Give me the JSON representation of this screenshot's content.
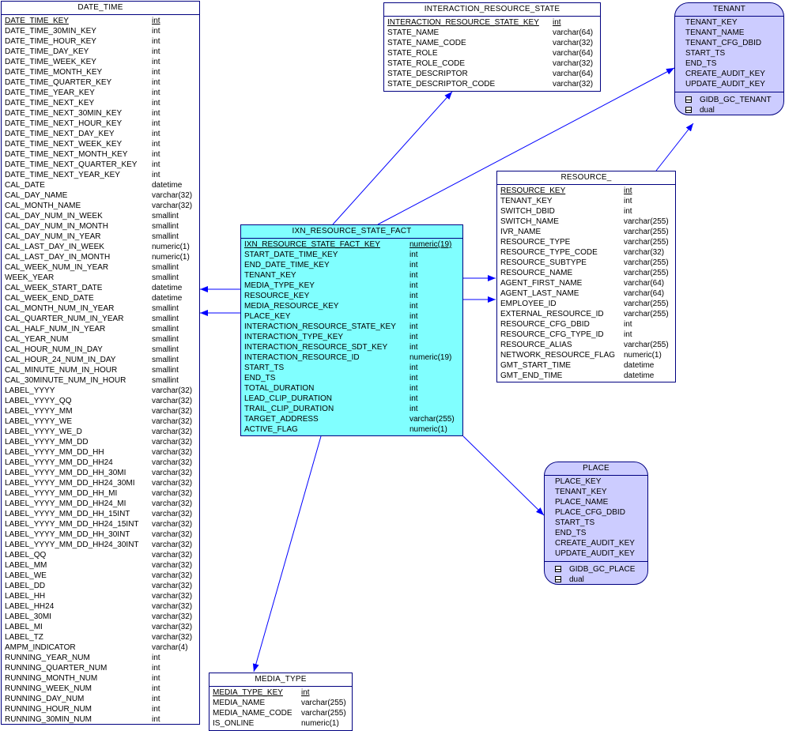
{
  "tables": {
    "date_time": {
      "title": "DATE_TIME",
      "cols": [
        {
          "n": "DATE_TIME_KEY",
          "t": "int",
          "pk": true
        },
        {
          "n": "DATE_TIME_30MIN_KEY",
          "t": "int"
        },
        {
          "n": "DATE_TIME_HOUR_KEY",
          "t": "int"
        },
        {
          "n": "DATE_TIME_DAY_KEY",
          "t": "int"
        },
        {
          "n": "DATE_TIME_WEEK_KEY",
          "t": "int"
        },
        {
          "n": "DATE_TIME_MONTH_KEY",
          "t": "int"
        },
        {
          "n": "DATE_TIME_QUARTER_KEY",
          "t": "int"
        },
        {
          "n": "DATE_TIME_YEAR_KEY",
          "t": "int"
        },
        {
          "n": "DATE_TIME_NEXT_KEY",
          "t": "int"
        },
        {
          "n": "DATE_TIME_NEXT_30MIN_KEY",
          "t": "int"
        },
        {
          "n": "DATE_TIME_NEXT_HOUR_KEY",
          "t": "int"
        },
        {
          "n": "DATE_TIME_NEXT_DAY_KEY",
          "t": "int"
        },
        {
          "n": "DATE_TIME_NEXT_WEEK_KEY",
          "t": "int"
        },
        {
          "n": "DATE_TIME_NEXT_MONTH_KEY",
          "t": "int"
        },
        {
          "n": "DATE_TIME_NEXT_QUARTER_KEY",
          "t": "int"
        },
        {
          "n": "DATE_TIME_NEXT_YEAR_KEY",
          "t": "int"
        },
        {
          "n": "CAL_DATE",
          "t": "datetime"
        },
        {
          "n": "CAL_DAY_NAME",
          "t": "varchar(32)"
        },
        {
          "n": "CAL_MONTH_NAME",
          "t": "varchar(32)"
        },
        {
          "n": "CAL_DAY_NUM_IN_WEEK",
          "t": "smallint"
        },
        {
          "n": "CAL_DAY_NUM_IN_MONTH",
          "t": "smallint"
        },
        {
          "n": "CAL_DAY_NUM_IN_YEAR",
          "t": "smallint"
        },
        {
          "n": "CAL_LAST_DAY_IN_WEEK",
          "t": "numeric(1)"
        },
        {
          "n": "CAL_LAST_DAY_IN_MONTH",
          "t": "numeric(1)"
        },
        {
          "n": "CAL_WEEK_NUM_IN_YEAR",
          "t": "smallint"
        },
        {
          "n": "WEEK_YEAR",
          "t": "smallint"
        },
        {
          "n": "CAL_WEEK_START_DATE",
          "t": "datetime"
        },
        {
          "n": "CAL_WEEK_END_DATE",
          "t": "datetime"
        },
        {
          "n": "CAL_MONTH_NUM_IN_YEAR",
          "t": "smallint"
        },
        {
          "n": "CAL_QUARTER_NUM_IN_YEAR",
          "t": "smallint"
        },
        {
          "n": "CAL_HALF_NUM_IN_YEAR",
          "t": "smallint"
        },
        {
          "n": "CAL_YEAR_NUM",
          "t": "smallint"
        },
        {
          "n": "CAL_HOUR_NUM_IN_DAY",
          "t": "smallint"
        },
        {
          "n": "CAL_HOUR_24_NUM_IN_DAY",
          "t": "smallint"
        },
        {
          "n": "CAL_MINUTE_NUM_IN_HOUR",
          "t": "smallint"
        },
        {
          "n": "CAL_30MINUTE_NUM_IN_HOUR",
          "t": "smallint"
        },
        {
          "n": "LABEL_YYYY",
          "t": "varchar(32)"
        },
        {
          "n": "LABEL_YYYY_QQ",
          "t": "varchar(32)"
        },
        {
          "n": "LABEL_YYYY_MM",
          "t": "varchar(32)"
        },
        {
          "n": "LABEL_YYYY_WE",
          "t": "varchar(32)"
        },
        {
          "n": "LABEL_YYYY_WE_D",
          "t": "varchar(32)"
        },
        {
          "n": "LABEL_YYYY_MM_DD",
          "t": "varchar(32)"
        },
        {
          "n": "LABEL_YYYY_MM_DD_HH",
          "t": "varchar(32)"
        },
        {
          "n": "LABEL_YYYY_MM_DD_HH24",
          "t": "varchar(32)"
        },
        {
          "n": "LABEL_YYYY_MM_DD_HH_30MI",
          "t": "varchar(32)"
        },
        {
          "n": "LABEL_YYYY_MM_DD_HH24_30MI",
          "t": "varchar(32)"
        },
        {
          "n": "LABEL_YYYY_MM_DD_HH_MI",
          "t": "varchar(32)"
        },
        {
          "n": "LABEL_YYYY_MM_DD_HH24_MI",
          "t": "varchar(32)"
        },
        {
          "n": "LABEL_YYYY_MM_DD_HH_15INT",
          "t": "varchar(32)"
        },
        {
          "n": "LABEL_YYYY_MM_DD_HH24_15INT",
          "t": "varchar(32)"
        },
        {
          "n": "LABEL_YYYY_MM_DD_HH_30INT",
          "t": "varchar(32)"
        },
        {
          "n": "LABEL_YYYY_MM_DD_HH24_30INT",
          "t": "varchar(32)"
        },
        {
          "n": "LABEL_QQ",
          "t": "varchar(32)"
        },
        {
          "n": "LABEL_MM",
          "t": "varchar(32)"
        },
        {
          "n": "LABEL_WE",
          "t": "varchar(32)"
        },
        {
          "n": "LABEL_DD",
          "t": "varchar(32)"
        },
        {
          "n": "LABEL_HH",
          "t": "varchar(32)"
        },
        {
          "n": "LABEL_HH24",
          "t": "varchar(32)"
        },
        {
          "n": "LABEL_30MI",
          "t": "varchar(32)"
        },
        {
          "n": "LABEL_MI",
          "t": "varchar(32)"
        },
        {
          "n": "LABEL_TZ",
          "t": "varchar(32)"
        },
        {
          "n": "AMPM_INDICATOR",
          "t": "varchar(4)"
        },
        {
          "n": "RUNNING_YEAR_NUM",
          "t": "int"
        },
        {
          "n": "RUNNING_QUARTER_NUM",
          "t": "int"
        },
        {
          "n": "RUNNING_MONTH_NUM",
          "t": "int"
        },
        {
          "n": "RUNNING_WEEK_NUM",
          "t": "int"
        },
        {
          "n": "RUNNING_DAY_NUM",
          "t": "int"
        },
        {
          "n": "RUNNING_HOUR_NUM",
          "t": "int"
        },
        {
          "n": "RUNNING_30MIN_NUM",
          "t": "int"
        }
      ]
    },
    "interaction_resource_state": {
      "title": "INTERACTION_RESOURCE_STATE",
      "cols": [
        {
          "n": "INTERACTION_RESOURCE_STATE_KEY",
          "t": "int",
          "pk": true
        },
        {
          "n": "STATE_NAME",
          "t": "varchar(64)"
        },
        {
          "n": "STATE_NAME_CODE",
          "t": "varchar(32)"
        },
        {
          "n": "STATE_ROLE",
          "t": "varchar(64)"
        },
        {
          "n": "STATE_ROLE_CODE",
          "t": "varchar(32)"
        },
        {
          "n": "STATE_DESCRIPTOR",
          "t": "varchar(64)"
        },
        {
          "n": "STATE_DESCRIPTOR_CODE",
          "t": "varchar(32)"
        }
      ]
    },
    "tenant": {
      "title": "TENANT",
      "cols": [
        {
          "n": "TENANT_KEY"
        },
        {
          "n": "TENANT_NAME"
        },
        {
          "n": "TENANT_CFG_DBID"
        },
        {
          "n": "START_TS"
        },
        {
          "n": "END_TS"
        },
        {
          "n": "CREATE_AUDIT_KEY"
        },
        {
          "n": "UPDATE_AUDIT_KEY"
        }
      ],
      "sources": [
        "GIDB_GC_TENANT",
        "dual"
      ]
    },
    "resource": {
      "title": "RESOURCE_",
      "cols": [
        {
          "n": "RESOURCE_KEY",
          "t": "int",
          "pk": true
        },
        {
          "n": "TENANT_KEY",
          "t": "int"
        },
        {
          "n": "SWITCH_DBID",
          "t": "int"
        },
        {
          "n": "SWITCH_NAME",
          "t": "varchar(255)"
        },
        {
          "n": "IVR_NAME",
          "t": "varchar(255)"
        },
        {
          "n": "RESOURCE_TYPE",
          "t": "varchar(255)"
        },
        {
          "n": "RESOURCE_TYPE_CODE",
          "t": "varchar(32)"
        },
        {
          "n": "RESOURCE_SUBTYPE",
          "t": "varchar(255)"
        },
        {
          "n": "RESOURCE_NAME",
          "t": "varchar(255)"
        },
        {
          "n": "AGENT_FIRST_NAME",
          "t": "varchar(64)"
        },
        {
          "n": "AGENT_LAST_NAME",
          "t": "varchar(64)"
        },
        {
          "n": "EMPLOYEE_ID",
          "t": "varchar(255)"
        },
        {
          "n": "EXTERNAL_RESOURCE_ID",
          "t": "varchar(255)"
        },
        {
          "n": "RESOURCE_CFG_DBID",
          "t": "int"
        },
        {
          "n": "RESOURCE_CFG_TYPE_ID",
          "t": "int"
        },
        {
          "n": "RESOURCE_ALIAS",
          "t": "varchar(255)"
        },
        {
          "n": "NETWORK_RESOURCE_FLAG",
          "t": "numeric(1)"
        },
        {
          "n": "GMT_START_TIME",
          "t": "datetime"
        },
        {
          "n": "GMT_END_TIME",
          "t": "datetime"
        }
      ]
    },
    "ixn_resource_state_fact": {
      "title": "IXN_RESOURCE_STATE_FACT",
      "cols": [
        {
          "n": "IXN_RESOURCE_STATE_FACT_KEY",
          "t": "numeric(19)",
          "pk": true
        },
        {
          "n": "START_DATE_TIME_KEY",
          "t": "int"
        },
        {
          "n": "END_DATE_TIME_KEY",
          "t": "int"
        },
        {
          "n": "TENANT_KEY",
          "t": "int"
        },
        {
          "n": "MEDIA_TYPE_KEY",
          "t": "int"
        },
        {
          "n": "RESOURCE_KEY",
          "t": "int"
        },
        {
          "n": "MEDIA_RESOURCE_KEY",
          "t": "int"
        },
        {
          "n": "PLACE_KEY",
          "t": "int"
        },
        {
          "n": "INTERACTION_RESOURCE_STATE_KEY",
          "t": "int"
        },
        {
          "n": "INTERACTION_TYPE_KEY",
          "t": "int"
        },
        {
          "n": "INTERACTION_RESOURCE_SDT_KEY",
          "t": "int"
        },
        {
          "n": "INTERACTION_RESOURCE_ID",
          "t": "numeric(19)"
        },
        {
          "n": "START_TS",
          "t": "int"
        },
        {
          "n": "END_TS",
          "t": "int"
        },
        {
          "n": "TOTAL_DURATION",
          "t": "int"
        },
        {
          "n": "LEAD_CLIP_DURATION",
          "t": "int"
        },
        {
          "n": "TRAIL_CLIP_DURATION",
          "t": "int"
        },
        {
          "n": "TARGET_ADDRESS",
          "t": "varchar(255)"
        },
        {
          "n": "ACTIVE_FLAG",
          "t": "numeric(1)"
        }
      ]
    },
    "place": {
      "title": "PLACE",
      "cols": [
        {
          "n": "PLACE_KEY"
        },
        {
          "n": "TENANT_KEY"
        },
        {
          "n": "PLACE_NAME"
        },
        {
          "n": "PLACE_CFG_DBID"
        },
        {
          "n": "START_TS"
        },
        {
          "n": "END_TS"
        },
        {
          "n": "CREATE_AUDIT_KEY"
        },
        {
          "n": "UPDATE_AUDIT_KEY"
        }
      ],
      "sources": [
        "GIDB_GC_PLACE",
        "dual"
      ]
    },
    "media_type": {
      "title": "MEDIA_TYPE",
      "cols": [
        {
          "n": "MEDIA_TYPE_KEY",
          "t": "int",
          "pk": true
        },
        {
          "n": "MEDIA_NAME",
          "t": "varchar(255)"
        },
        {
          "n": "MEDIA_NAME_CODE",
          "t": "varchar(255)"
        },
        {
          "n": "IS_ONLINE",
          "t": "numeric(1)"
        }
      ]
    }
  },
  "colors": {
    "border": "#000080",
    "fact_fill": "#80ffff",
    "view_fill": "#ccccff",
    "table_fill": "#ffffff",
    "link": "#0000ff"
  }
}
